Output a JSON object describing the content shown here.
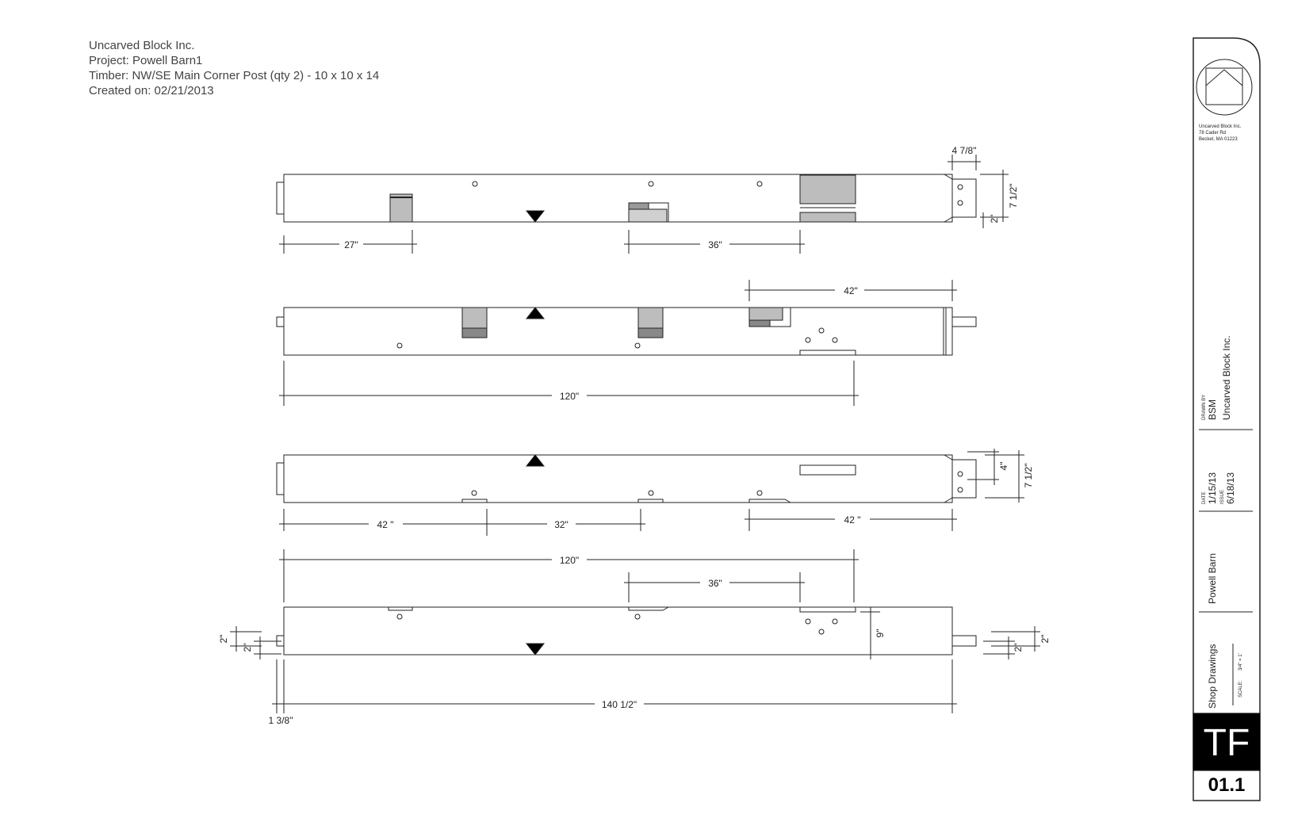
{
  "header": {
    "company": "Uncarved Block Inc.",
    "project": "Project: Powell Barn1",
    "timber": "Timber: NW/SE Main Corner Post    (qty 2) - 10 x 10 x 14",
    "created": "Created on: 02/21/2013"
  },
  "views": {
    "view1": {
      "dim_left": "27\"",
      "dim_center": "36\"",
      "dim_top_tenon": "4 7/8\"",
      "dim_height": "7 1/2\"",
      "dim_tenon_offset": "2\""
    },
    "view2": {
      "dim_top": "42\"",
      "dim_bottom": "120\""
    },
    "view3": {
      "dim_a": "42 \"",
      "dim_b": "32\"",
      "dim_c": "42 \"",
      "dim_mortise": "4\"",
      "dim_height": "7 1/2\""
    },
    "view4": {
      "dim_top": "120\"",
      "dim_mid": "36\"",
      "dim_depth": "9\"",
      "dim_left_a": "2\"",
      "dim_left_b": "2\"",
      "dim_right_a": "2\"",
      "dim_right_b": "2\"",
      "dim_total": "140 1/2\"",
      "dim_offset": "1 3/8\""
    }
  },
  "title_block": {
    "company_name": "Uncarved Block Inc.",
    "address_line1": "78 Cader Rd",
    "address_line2": "Becket, MA 01223",
    "drawn_by_label": "DRAWN BY",
    "drawn_by": "BSM",
    "firm": "Uncarved Block Inc.",
    "date_label": "DATE",
    "date": "1/15/13",
    "issue_label": "ISSUE",
    "issue": "6/18/13",
    "project": "Powell Barn",
    "sheet_title": "Shop Drawings",
    "scale_label": "SCALE:",
    "scale": "3/4\" = 1'",
    "code": "TF",
    "sheet_number": "01.1"
  }
}
